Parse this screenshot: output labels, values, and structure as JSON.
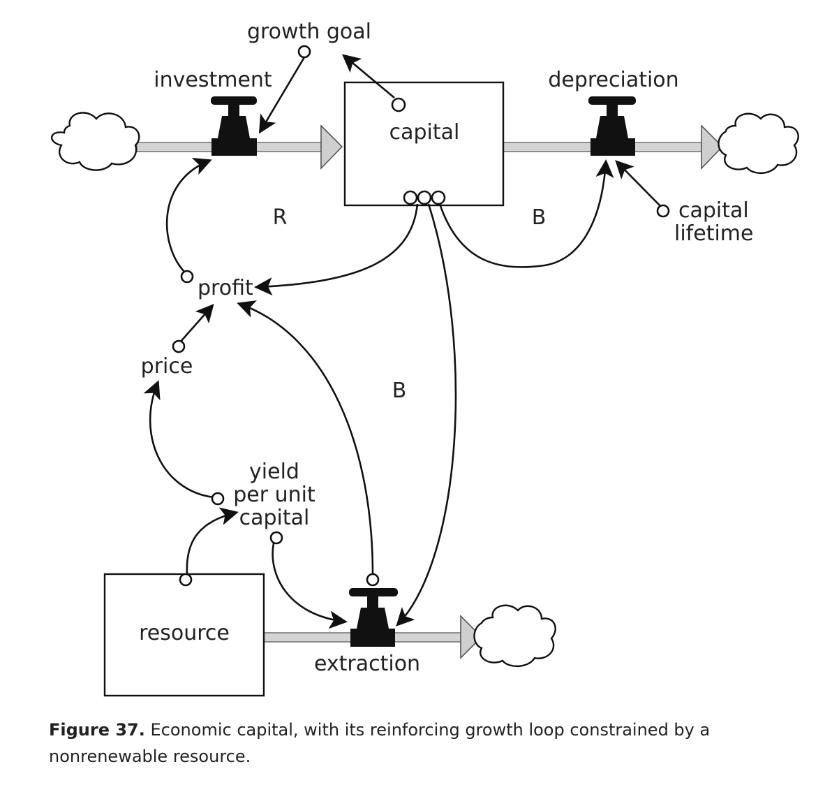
{
  "labels": {
    "growth_goal": "growth goal",
    "investment": "investment",
    "capital": "capital",
    "depreciation": "depreciation",
    "capital_lifetime_1": "capital",
    "capital_lifetime_2": "lifetime",
    "profit": "profit",
    "price": "price",
    "yield_1": "yield",
    "yield_2": "per unit",
    "yield_3": "capital",
    "resource": "resource",
    "extraction": "extraction"
  },
  "loops": {
    "reinforcing": "R",
    "balancing_depreciation": "B",
    "balancing_extraction": "B"
  },
  "caption": {
    "figure": "Figure 37.",
    "text": " Economic capital, with its reinforcing growth loop constrained by a nonrenewable resource."
  }
}
